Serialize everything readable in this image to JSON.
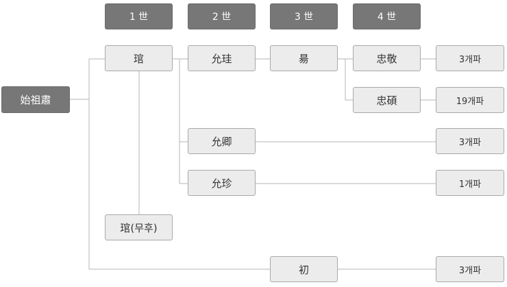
{
  "generations": [
    "1 世",
    "2 世",
    "3 世",
    "4 世"
  ],
  "root": "始祖肅",
  "gen1": {
    "main": "琯",
    "other": "琯(무후)"
  },
  "gen2": [
    "允珪",
    "允卿",
    "允珍"
  ],
  "gen3": {
    "a": "昜",
    "b": "初"
  },
  "gen4": [
    "忠敬",
    "忠碩"
  ],
  "branches": [
    "3개파",
    "19개파",
    "3개파",
    "1개파",
    "3개파"
  ],
  "colors": {
    "header_fill": "#777777",
    "node_fill": "#ececec",
    "node_border": "#a8a8a8",
    "line": "#b5b5b5"
  }
}
